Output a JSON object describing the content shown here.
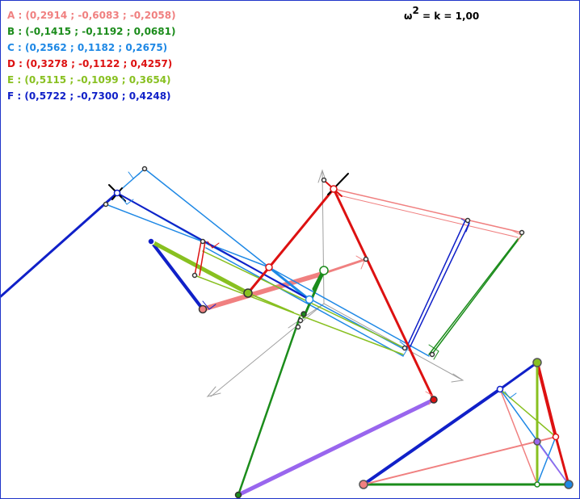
{
  "points": [
    {
      "id": "A",
      "label": "A : (0,2914 ; -0,6083 ; -0,2058)",
      "color": "#f08080"
    },
    {
      "id": "B",
      "label": "B : (-0,1415 ; -0,1192 ; 0,0681)",
      "color": "#1b8c1b"
    },
    {
      "id": "C",
      "label": "C : (0,2562 ; 0,1182 ; 0,2675)",
      "color": "#1e88e5"
    },
    {
      "id": "D",
      "label": "D : (0,3278 ; -0,1122 ; 0,4257)",
      "color": "#dd1111"
    },
    {
      "id": "E",
      "label": "E : (0,5115 ; -0,1099 ; 0,3654)",
      "color": "#88c020"
    },
    {
      "id": "F",
      "label": "F : (0,5722 ; -0,7300 ; 0,4248)",
      "color": "#1020c8"
    }
  ],
  "omega": {
    "symbol": "ω",
    "exponent": "2",
    "rest": " = k = 1,00"
  },
  "colors": {
    "frame": "#1f35c9",
    "purple": "#9966ee",
    "gray": "#a0a0a0"
  }
}
